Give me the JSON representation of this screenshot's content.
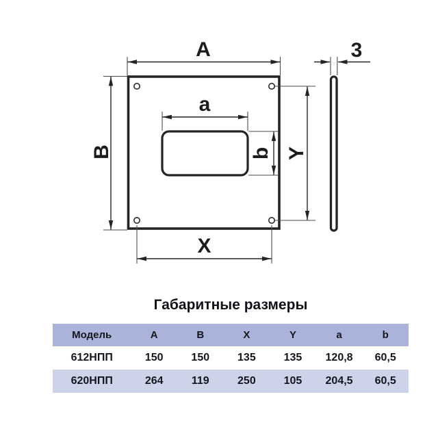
{
  "drawing": {
    "labels": {
      "A": "A",
      "B": "B",
      "X": "X",
      "Y": "Y",
      "a": "a",
      "b": "b",
      "thickness": "3"
    }
  },
  "table": {
    "title": "Габаритные размеры",
    "headers": [
      "Модель",
      "A",
      "B",
      "X",
      "Y",
      "a",
      "b"
    ],
    "rows": [
      {
        "model": "612НПП",
        "values": [
          "150",
          "150",
          "135",
          "135",
          "120,8",
          "60,5"
        ]
      },
      {
        "model": "620НПП",
        "values": [
          "264",
          "119",
          "250",
          "105",
          "204,5",
          "60,5"
        ]
      }
    ]
  },
  "colors": {
    "header_bg": "#aab3d9",
    "row_alt_bg": "#cdd4ea",
    "line": "#242424",
    "text": "#15151e"
  }
}
